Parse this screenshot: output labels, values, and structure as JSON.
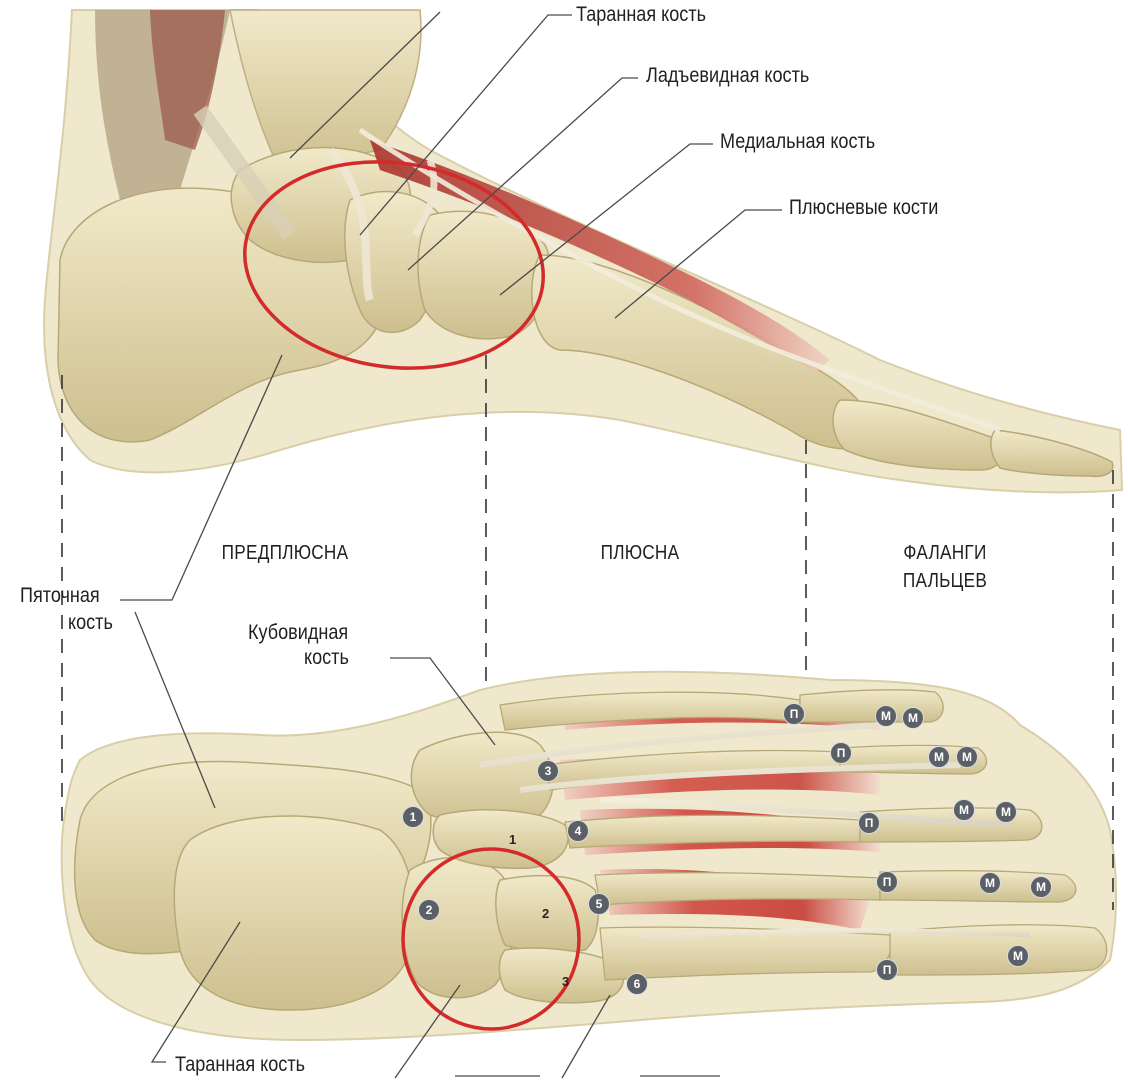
{
  "labels": {
    "talus_top": "Таранная кость",
    "navicular": "Ладъевидная кость",
    "medial": "Медиальная кость",
    "metatarsals": "Плюсневые кости",
    "calcaneus_line1": "Пяточная",
    "calcaneus_line2": "кость",
    "cuboid_line1": "Кубовидная",
    "cuboid_line2": "кость",
    "talus_bottom": "Таранная кость"
  },
  "regions": {
    "tarsus": "ПРЕДПЛЮСНА",
    "metatarsus": "ПЛЮСНА",
    "phalanges_line1": "ФАЛАНГИ",
    "phalanges_line2": "ПАЛЬЦЕВ"
  },
  "markers": {
    "numbered": [
      "1",
      "2",
      "3",
      "4",
      "5",
      "6"
    ],
    "proximal": "П",
    "middle": "М"
  },
  "bone_numbers": [
    "1",
    "2",
    "3"
  ],
  "colors": {
    "bone": "#e6dcb4",
    "bone_shadow": "#c9bb8a",
    "muscle": "#c0443c",
    "skin": "#efe9cf",
    "highlight_circle": "#d42a2a",
    "marker_fill": "#5b6067"
  }
}
